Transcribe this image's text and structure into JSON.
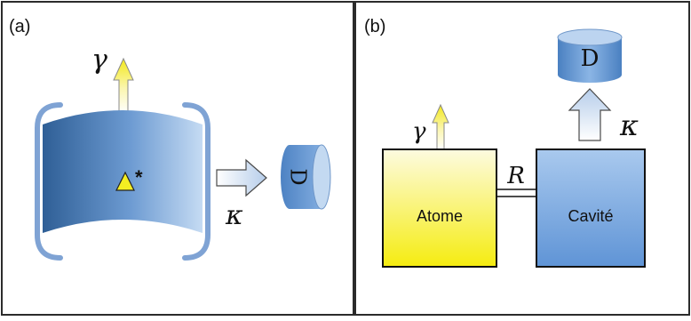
{
  "panels": {
    "a": {
      "label": "(a)",
      "gamma": "γ",
      "kappa": "κ",
      "detector": "D",
      "emitter": "Δ*"
    },
    "b": {
      "label": "(b)",
      "gamma": "γ",
      "kappa": "κ",
      "coupling": "R",
      "detector": "D",
      "atom_label": "Atome",
      "cavity_label": "Cavité"
    }
  },
  "colors": {
    "border": "#2b2b2b",
    "cavity_blue_dark": "#3f6ea3",
    "cavity_blue_light": "#b9d3f0",
    "atom_yellow_light": "#fdfbd6",
    "atom_yellow": "#f6ef20",
    "gamma_arrow": "#f4ee38",
    "cavity_box": "#6a9edc"
  }
}
